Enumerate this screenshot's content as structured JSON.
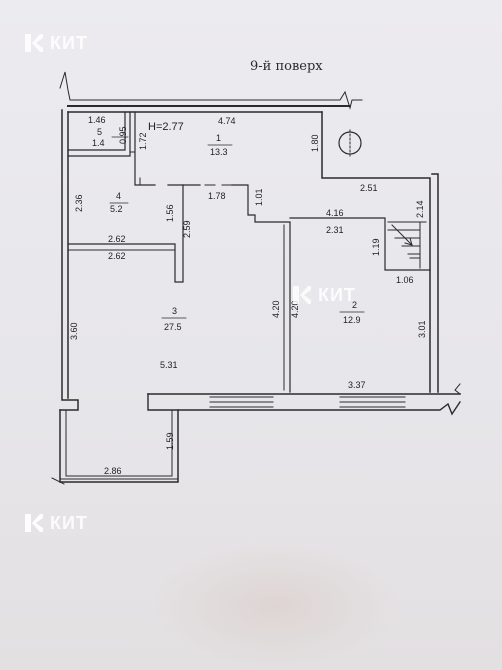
{
  "title": "9-й поверх",
  "ceiling_height": "H=2.77",
  "watermark": "КИТ",
  "rooms": [
    {
      "id": "1",
      "area": "13.3"
    },
    {
      "id": "2",
      "area": "12.9"
    },
    {
      "id": "3",
      "area": "27.5"
    },
    {
      "id": "4",
      "area": "5.2"
    },
    {
      "id": "5",
      "area": "1.4"
    }
  ],
  "dims": {
    "d146": "1.46",
    "d095": "0.95",
    "d474": "4.74",
    "d172": "1.72",
    "d180": "1.80",
    "d251": "2.51",
    "d236": "2.36",
    "d156": "1.56",
    "d259": "2.59",
    "d178": "1.78",
    "d101": "1.01",
    "d416": "4.16",
    "d231": "2.31",
    "d214": "2.14",
    "d119": "1.19",
    "d106": "1.06",
    "d262a": "2.62",
    "d262b": "2.62",
    "d360": "3.60",
    "d420a": "4.20",
    "d420b": "4.20",
    "d301": "3.01",
    "d531": "5.31",
    "d337": "3.37",
    "d159": "1.59",
    "d286": "2.86"
  }
}
